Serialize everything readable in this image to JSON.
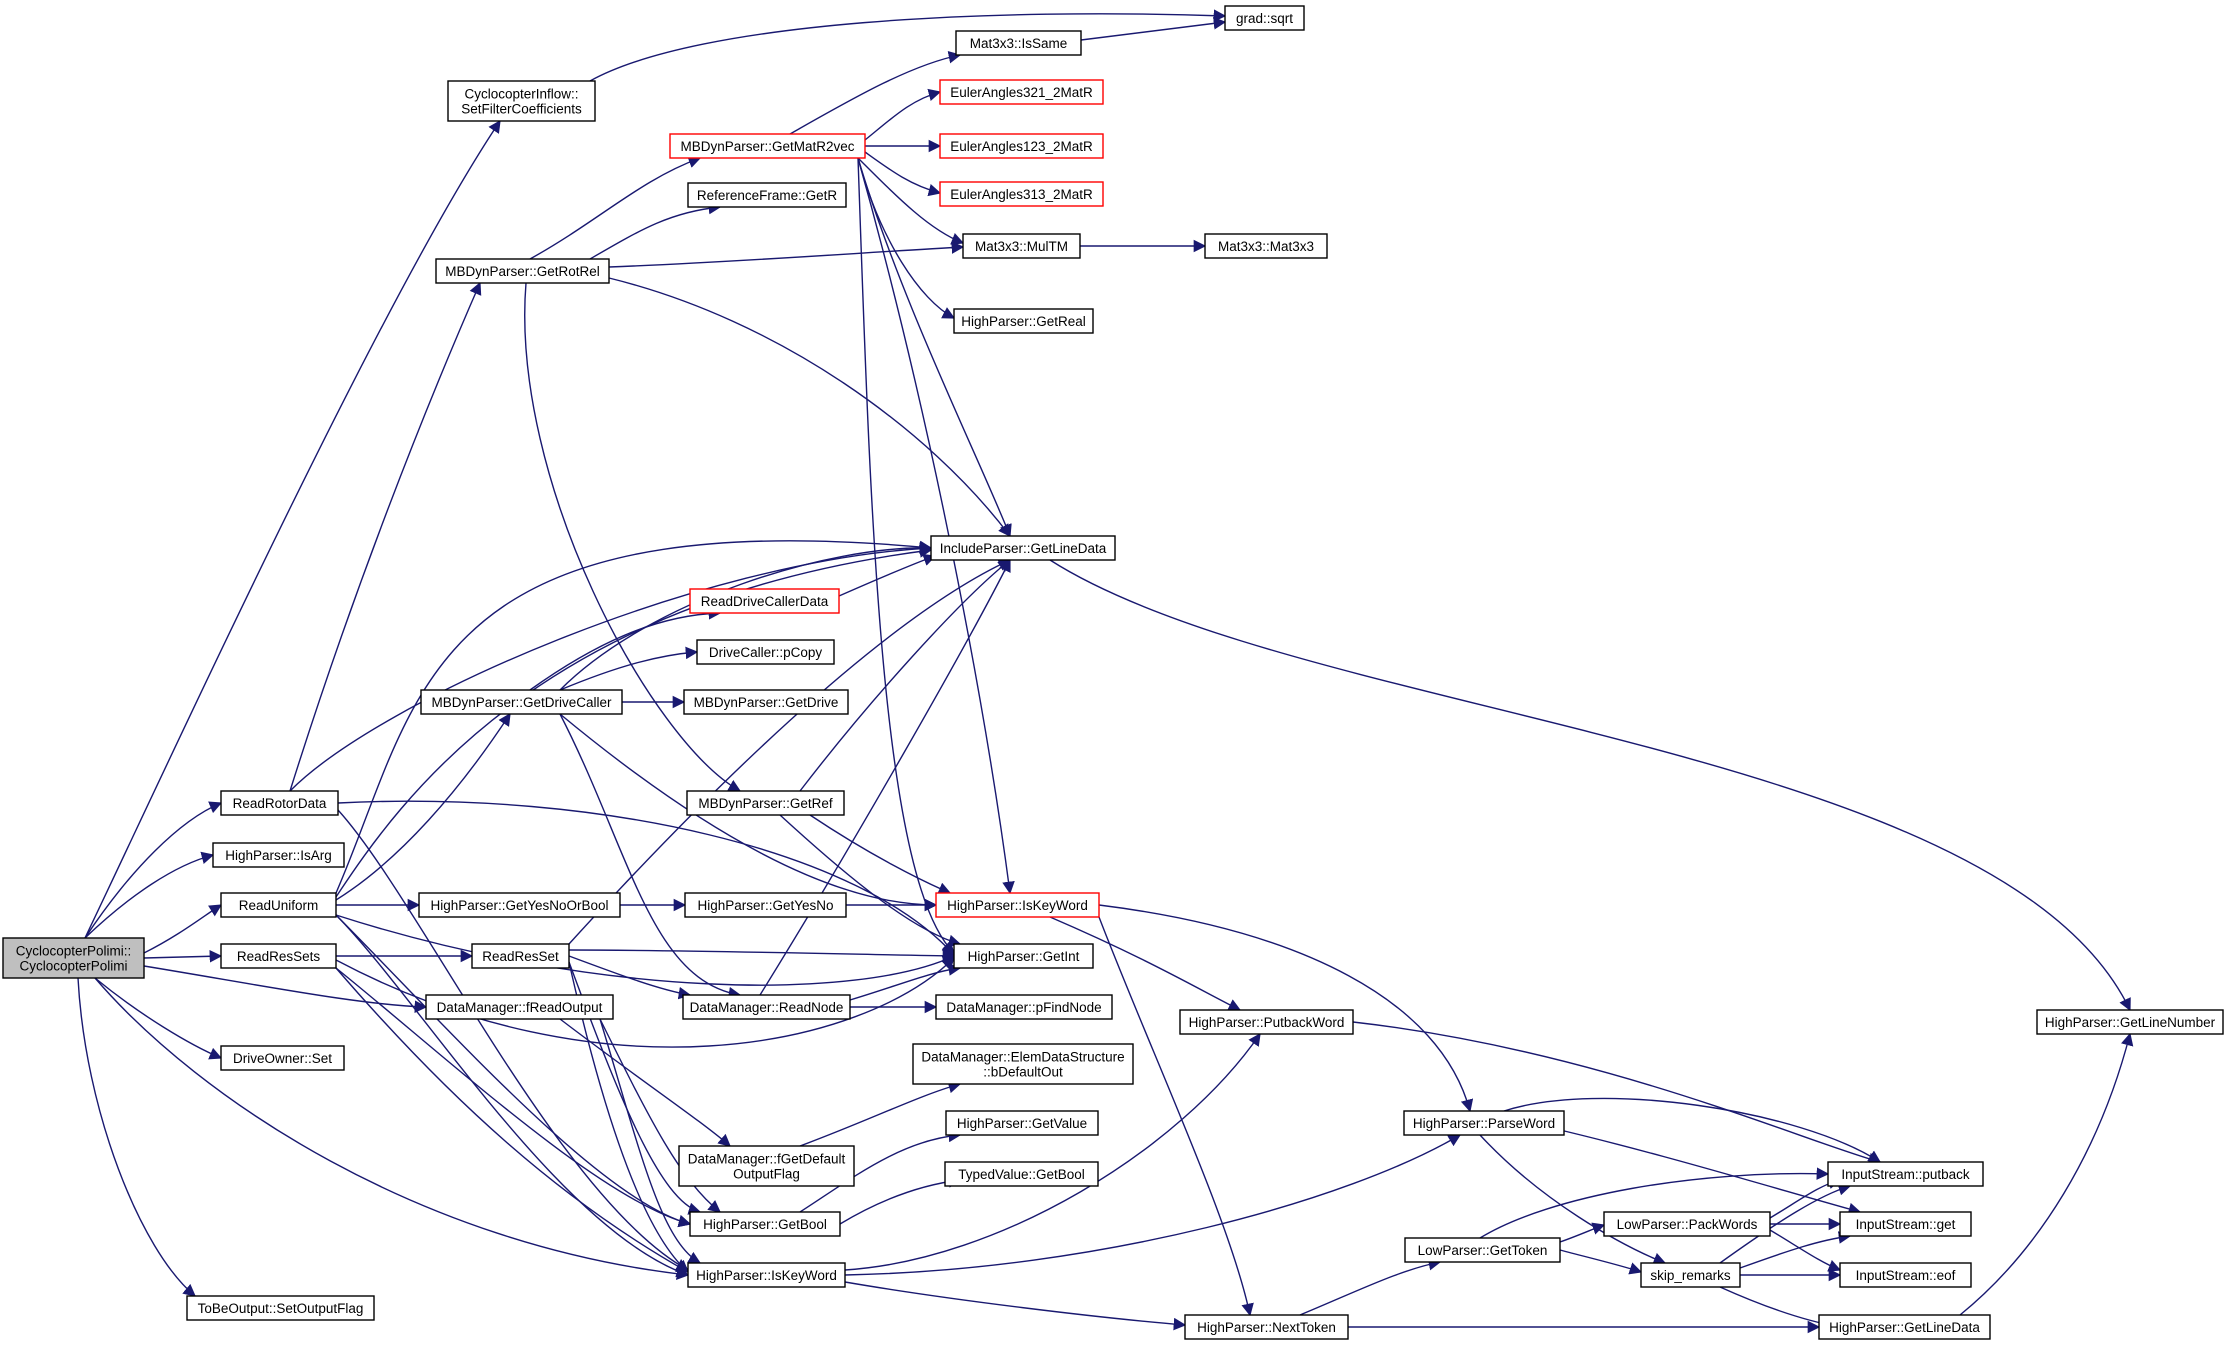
{
  "edge_color": "#191970",
  "root_fill": "#bfbfbf",
  "truncated_border_color": "#ff0000",
  "nodes": {
    "root": [
      "CyclocopterPolimi::",
      "CyclocopterPolimi"
    ],
    "set_filter": [
      "CyclocopterInflow::",
      "SetFilterCoefficients"
    ],
    "grad_sqrt": [
      "grad::sqrt"
    ],
    "issame": [
      "Mat3x3::IsSame"
    ],
    "getmatr2vec": [
      "MBDynParser::GetMatR2vec"
    ],
    "euler321": [
      "EulerAngles321_2MatR"
    ],
    "euler123": [
      "EulerAngles123_2MatR"
    ],
    "euler313": [
      "EulerAngles313_2MatR"
    ],
    "refframe_getr": [
      "ReferenceFrame::GetR"
    ],
    "getrotrel": [
      "MBDynParser::GetRotRel"
    ],
    "multm": [
      "Mat3x3::MulTM"
    ],
    "mat3x3": [
      "Mat3x3::Mat3x3"
    ],
    "getreal": [
      "HighParser::GetReal"
    ],
    "inc_getlinedata": [
      "IncludeParser::GetLineData"
    ],
    "readdrivecaller": [
      "ReadDriveCallerData"
    ],
    "pcopy": [
      "DriveCaller::pCopy"
    ],
    "getdrivecaller": [
      "MBDynParser::GetDriveCaller"
    ],
    "getdrive": [
      "MBDynParser::GetDrive"
    ],
    "readrotordata": [
      "ReadRotorData"
    ],
    "getref": [
      "MBDynParser::GetRef"
    ],
    "isarg": [
      "HighParser::IsArg"
    ],
    "readuniform": [
      "ReadUniform"
    ],
    "getyesnoorbool": [
      "HighParser::GetYesNoOrBool"
    ],
    "getyesno": [
      "HighParser::GetYesNo"
    ],
    "iskeyword_red": [
      "HighParser::IsKeyWord"
    ],
    "readressets": [
      "ReadResSets"
    ],
    "readresset": [
      "ReadResSet"
    ],
    "getint": [
      "HighParser::GetInt"
    ],
    "freadoutput": [
      "DataManager::fReadOutput"
    ],
    "readnode": [
      "DataManager::ReadNode"
    ],
    "pfindnode": [
      "DataManager::pFindNode"
    ],
    "putbackword": [
      "HighParser::PutbackWord"
    ],
    "getlinenumber": [
      "HighParser::GetLineNumber"
    ],
    "driveowner_set": [
      "DriveOwner::Set"
    ],
    "elemdata": [
      "DataManager::ElemDataStructure",
      "::bDefaultOut"
    ],
    "getvalue": [
      "HighParser::GetValue"
    ],
    "parseword": [
      "HighParser::ParseWord"
    ],
    "fgetdefault": [
      "DataManager::fGetDefault",
      "OutputFlag"
    ],
    "typed_getbool": [
      "TypedValue::GetBool"
    ],
    "is_putback": [
      "InputStream::putback"
    ],
    "getbool": [
      "HighParser::GetBool"
    ],
    "packwords": [
      "LowParser::PackWords"
    ],
    "is_get": [
      "InputStream::get"
    ],
    "lp_gettoken": [
      "LowParser::GetToken"
    ],
    "skip_remarks": [
      "skip_remarks"
    ],
    "is_eof": [
      "InputStream::eof"
    ],
    "iskeyword": [
      "HighParser::IsKeyWord"
    ],
    "setoutputflag": [
      "ToBeOutput::SetOutputFlag"
    ],
    "nexttoken": [
      "HighParser::NextToken"
    ],
    "hp_getlinedata": [
      "HighParser::GetLineData"
    ]
  }
}
